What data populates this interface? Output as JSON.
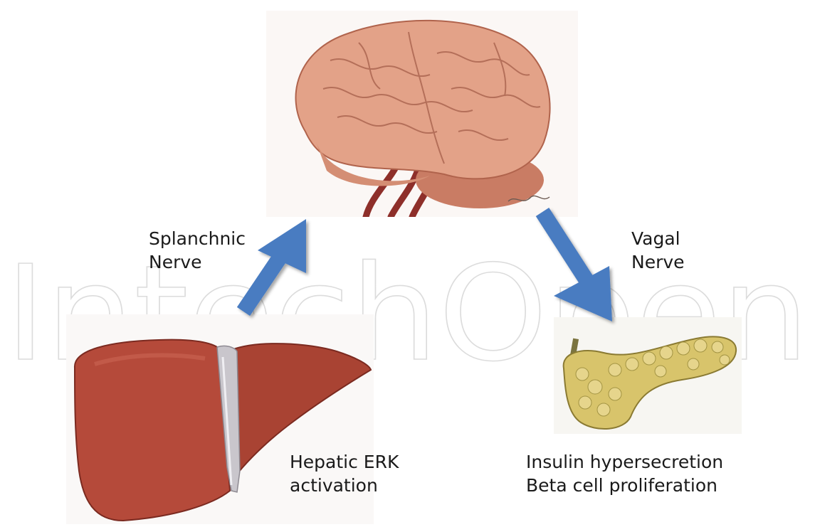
{
  "watermark": {
    "text": "IntechOpen"
  },
  "nodes": {
    "brain": {
      "icon": "brain-illustration"
    },
    "liver": {
      "icon": "liver-illustration",
      "label_lines": [
        "Hepatic ERK",
        "activation"
      ]
    },
    "pancreas": {
      "icon": "pancreas-illustration",
      "label_lines": [
        "Insulin hypersecretion",
        "Beta cell proliferation"
      ]
    }
  },
  "edges": [
    {
      "from": "liver",
      "to": "brain",
      "label_lines": [
        "Splanchnic",
        "Nerve"
      ]
    },
    {
      "from": "brain",
      "to": "pancreas",
      "label_lines": [
        "Vagal",
        "Nerve"
      ]
    }
  ],
  "colors": {
    "arrow": "#4a7cc1",
    "liver": "#b54a3a",
    "brain": "#e3a288",
    "pancreas": "#d8c46b"
  }
}
